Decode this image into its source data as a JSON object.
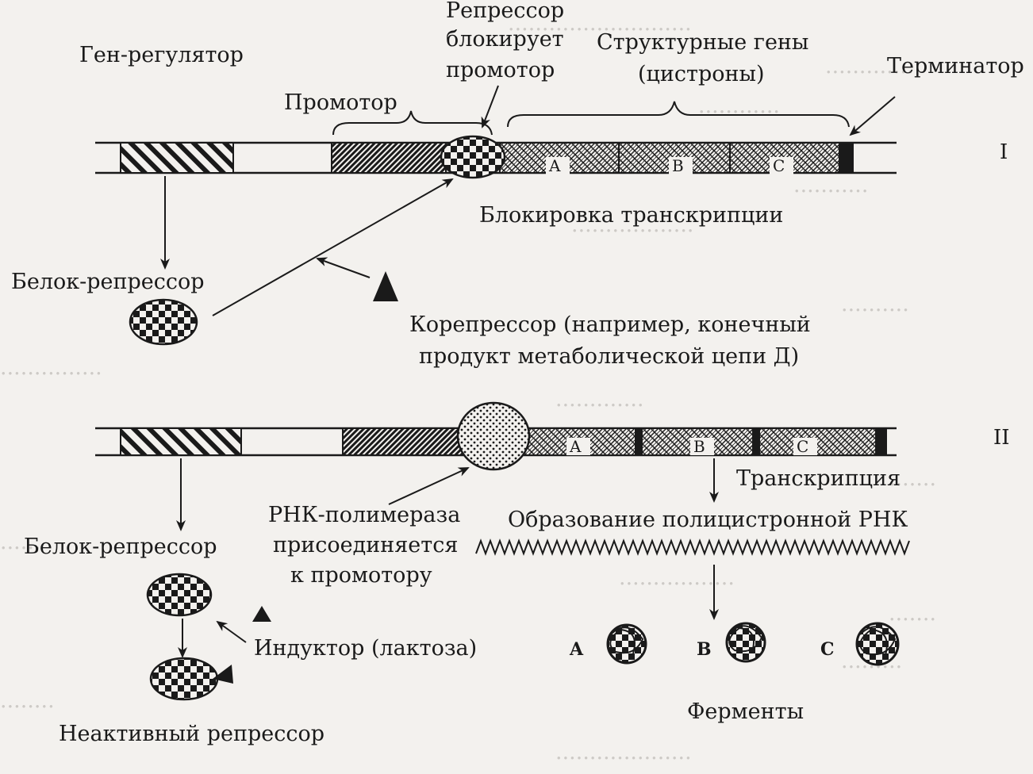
{
  "panel_I": {
    "roman": "I",
    "labels": {
      "regulator_gene": "Ген-регулятор",
      "promoter": "Промотор",
      "repressor_blocks_line1": "Репрессор",
      "repressor_blocks_line2": "блокирует",
      "repressor_blocks_line3": "промотор",
      "structural_line1": "Структурные гены",
      "structural_line2": "(цистроны)",
      "terminator": "Терминатор",
      "blocking": "Блокировка транскрипции",
      "repressor_protein": "Белок-репрессор",
      "corepressor_line1": "Корепрессор (например, конечный",
      "corepressor_line2": "продукт метаболической цепи Д)"
    },
    "genes": [
      "A",
      "B",
      "C"
    ]
  },
  "panel_II": {
    "roman": "II",
    "labels": {
      "transcription": "Транскрипция",
      "polycistronic": "Образование полицистронной РНК",
      "rnapol_line1": "РНК-полимераза",
      "rnapol_line2": "присоединяется",
      "rnapol_line3": "к промотору",
      "repressor_protein": "Белок-репрессор",
      "inducer": "Индуктор (лактоза)",
      "inactive_repressor": "Неактивный репрессор",
      "enzymes": "Ферменты"
    },
    "genes": [
      "A",
      "B",
      "C"
    ],
    "enzyme_labels": [
      "A",
      "B",
      "C"
    ]
  },
  "colors": {
    "ink": "#1a1a1a",
    "paper": "#f3f1ee",
    "bleed": "#c9c6c2"
  }
}
